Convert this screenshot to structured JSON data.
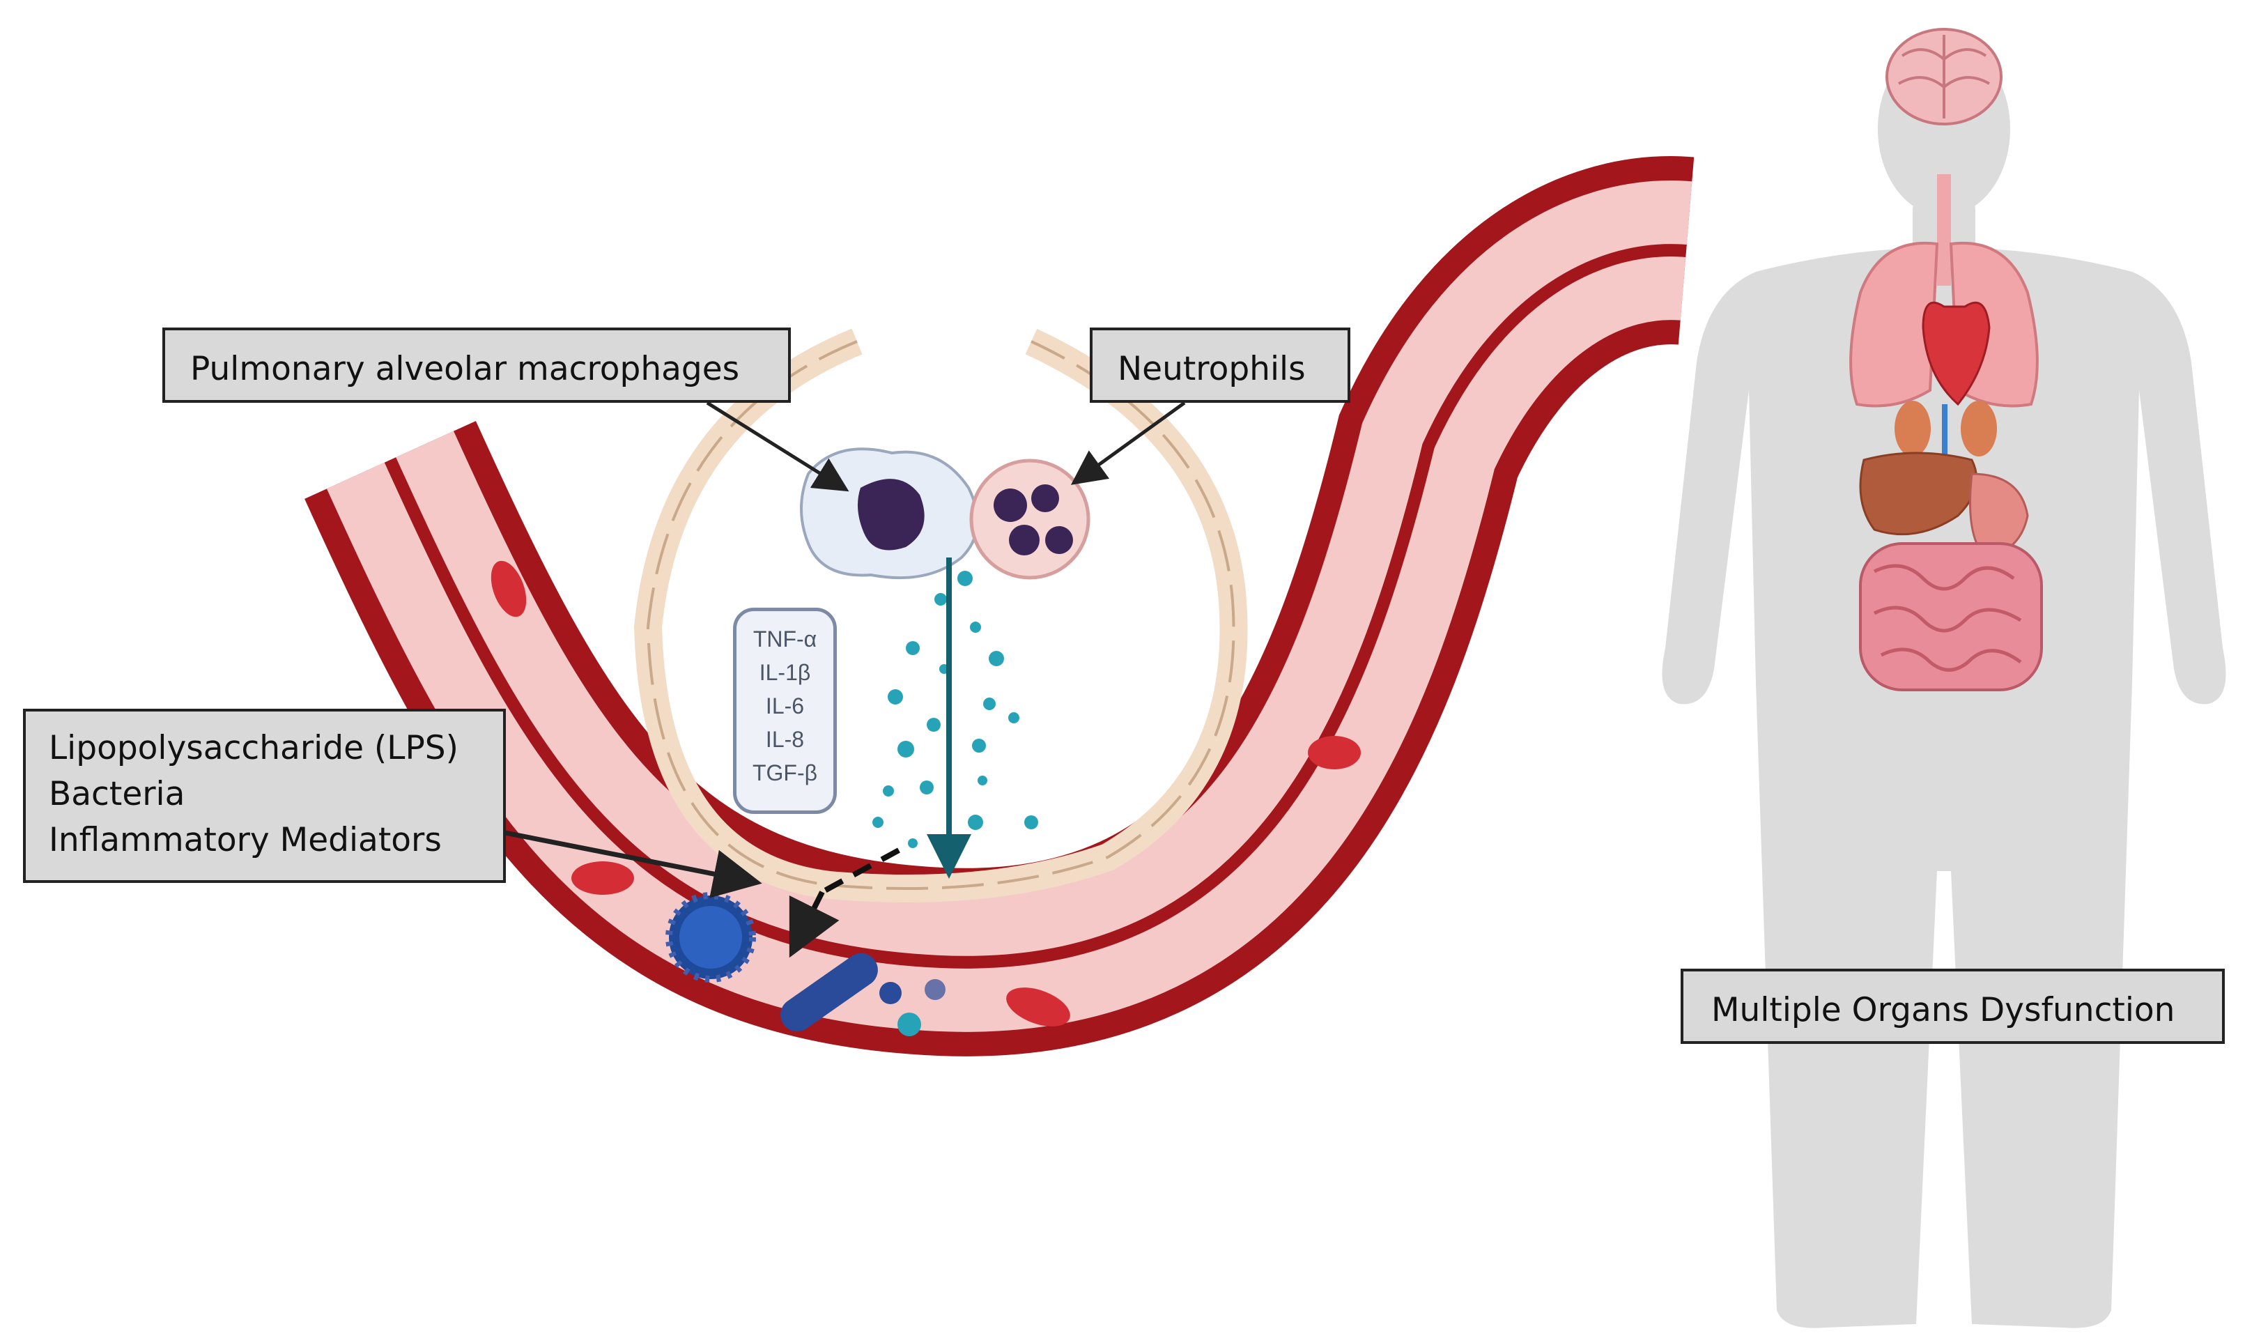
{
  "labels": {
    "macrophages": "Pulmonary alveolar macrophages",
    "neutrophils": "Neutrophils",
    "pathogen_lines": [
      "Lipopolysaccharide (LPS)",
      "Bacteria",
      "Inflammatory Mediators"
    ],
    "organs": "Multiple Organs Dysfunction"
  },
  "cytokines": [
    "TNF-α",
    "IL-1β",
    "IL-6",
    "IL-8",
    "TGF-β"
  ],
  "colors": {
    "vessel_wall": "#a3161c",
    "vessel_lumen": "#f6c9c9",
    "alveolus": "#f2dcc6",
    "cytokine_dot": "#27a3b8",
    "arrow": "#15606e",
    "bacteria": "#2a4a9a",
    "body_silhouette": "#dcdcdc",
    "label_fill": "#d9d9d9"
  }
}
